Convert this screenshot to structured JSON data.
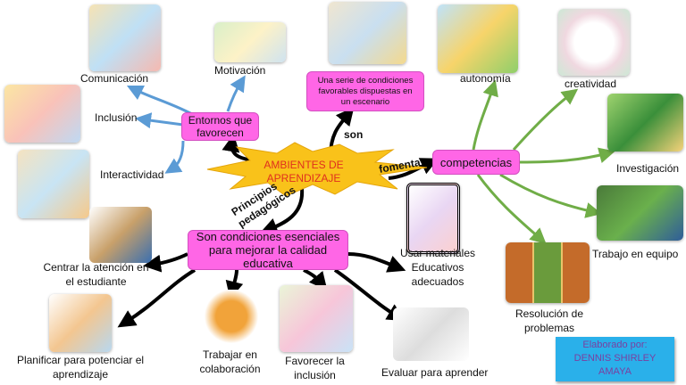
{
  "center": {
    "title_line1": "AMBIENTES DE",
    "title_line2": "APRENDIZAJE"
  },
  "connectors": {
    "son": "son",
    "fomenta": "fomenta",
    "principios_line1": "Principios",
    "principios_line2": "pedagógicos"
  },
  "nodes": {
    "entornos": "Entornos que favorecen",
    "serie": "Una serie de condiciones favorables dispuestas en un escenario",
    "competencias": "competencias",
    "condiciones": "Son condiciones esenciales para mejorar la calidad educativa"
  },
  "labels": {
    "comunicacion": "Comunicación",
    "motivacion": "Motivación",
    "inclusion": "Inclusión",
    "interactividad": "Interactividad",
    "autonomia": "autonomía",
    "creatividad": "creatividad",
    "investigacion": "Investigación",
    "trabajo_equipo": "Trabajo en equipo",
    "resolucion": "Resolución de problemas",
    "usar_materiales": "Usar materiales Educativos adecuados",
    "centrar": "Centrar la atención en el estudiante",
    "planificar": "Planificar para potenciar el aprendizaje",
    "trabajar": "Trabajar en colaboración",
    "favorecer": "Favorecer la inclusión",
    "evaluar": "Evaluar para aprender"
  },
  "credit": {
    "line1": "Elaborado por:",
    "line2": "DENNIS SHIRLEY",
    "line3": "AMAYA"
  },
  "colors": {
    "node": "#ff66e6",
    "blue_arrow": "#5b9bd5",
    "green_arrow": "#70ad47",
    "credit_bg": "#2ab0ea",
    "credit_text": "#7a3fa0",
    "star": "#f9c21a"
  }
}
